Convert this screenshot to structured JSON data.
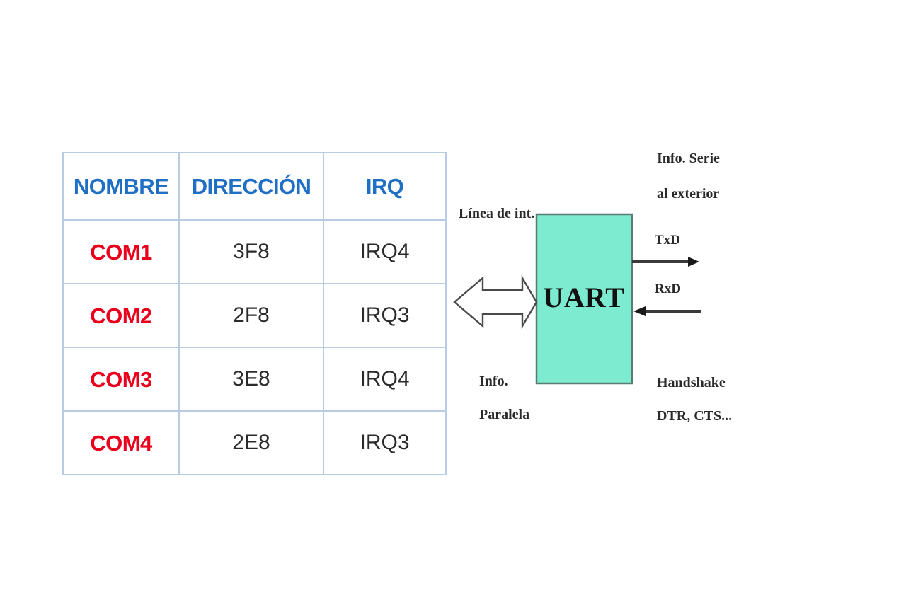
{
  "table": {
    "headers": [
      "NOMBRE",
      "DIRECCIÓN",
      "IRQ"
    ],
    "rows": [
      {
        "name": "COM1",
        "address": "3F8",
        "irq": "IRQ4"
      },
      {
        "name": "COM2",
        "address": "2F8",
        "irq": "IRQ3"
      },
      {
        "name": "COM3",
        "address": "3E8",
        "irq": "IRQ4"
      },
      {
        "name": "COM4",
        "address": "2E8",
        "irq": "IRQ3"
      }
    ],
    "colors": {
      "header_text": "#1F6FC4",
      "name_text": "#E8001C",
      "value_text": "#2B2B2B",
      "border": "#B8CCE4"
    }
  },
  "diagram": {
    "block_label": "UART",
    "block_fill": "#7DEBD0",
    "block_border": "#5A7D73",
    "labels": {
      "interrupt_line": "Línea de int.",
      "parallel_info_line1": "Info.",
      "parallel_info_line2": "Paralela",
      "serial_info_line1": "Info. Serie",
      "serial_info_line2": "al exterior",
      "txd": "TxD",
      "rxd": "RxD",
      "handshake_line1": "Handshake",
      "handshake_line2": "DTR, CTS..."
    }
  }
}
